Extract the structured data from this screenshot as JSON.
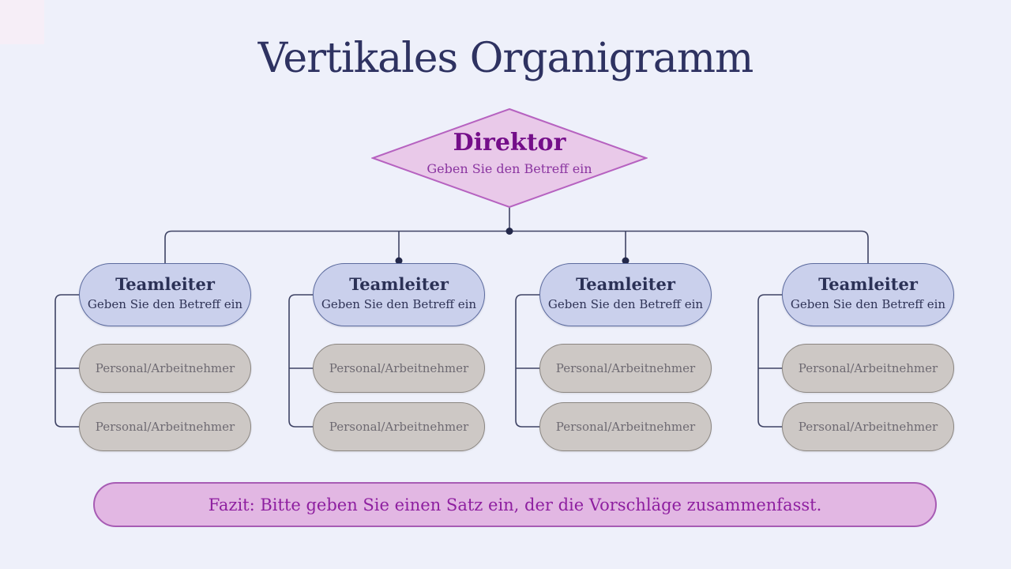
{
  "title": "Vertikales Organigramm",
  "colors": {
    "background": "#eef0fa",
    "title_text": "#2e3261",
    "diamond_fill": "#e9c9e9",
    "diamond_border": "#b662c0",
    "director_title_text": "#740e89",
    "director_subtitle_text": "#8a35a0",
    "team_node_fill": "#cad0ec",
    "team_node_border": "#5c6b9e",
    "team_node_text": "#2b3156",
    "person_node_fill": "#cdc8c5",
    "person_node_border": "#8b8681",
    "person_node_text": "#6e6a72",
    "connector_line": "#3e4364",
    "banner_fill": "#e2b7e3",
    "banner_border": "#a75cb4",
    "banner_text": "#8e1fa0"
  },
  "director": {
    "title": "Direktor",
    "subtitle": "Geben Sie den Betreff ein"
  },
  "columns": [
    {
      "title": "Teamleiter",
      "subtitle": "Geben Sie den Betreff ein",
      "children": [
        "Personal/Arbeitnehmer",
        "Personal/Arbeitnehmer"
      ]
    },
    {
      "title": "Teamleiter",
      "subtitle": "Geben Sie den Betreff ein",
      "children": [
        "Personal/Arbeitnehmer",
        "Personal/Arbeitnehmer"
      ]
    },
    {
      "title": "Teamleiter",
      "subtitle": "Geben Sie den Betreff ein",
      "children": [
        "Personal/Arbeitnehmer",
        "Personal/Arbeitnehmer"
      ]
    },
    {
      "title": "Teamleiter",
      "subtitle": "Geben Sie den Betreff ein",
      "children": [
        "Personal/Arbeitnehmer",
        "Personal/Arbeitnehmer"
      ]
    }
  ],
  "banner": {
    "text": "Fazit: Bitte geben Sie einen Satz ein, der die Vorschläge zusammenfasst."
  }
}
